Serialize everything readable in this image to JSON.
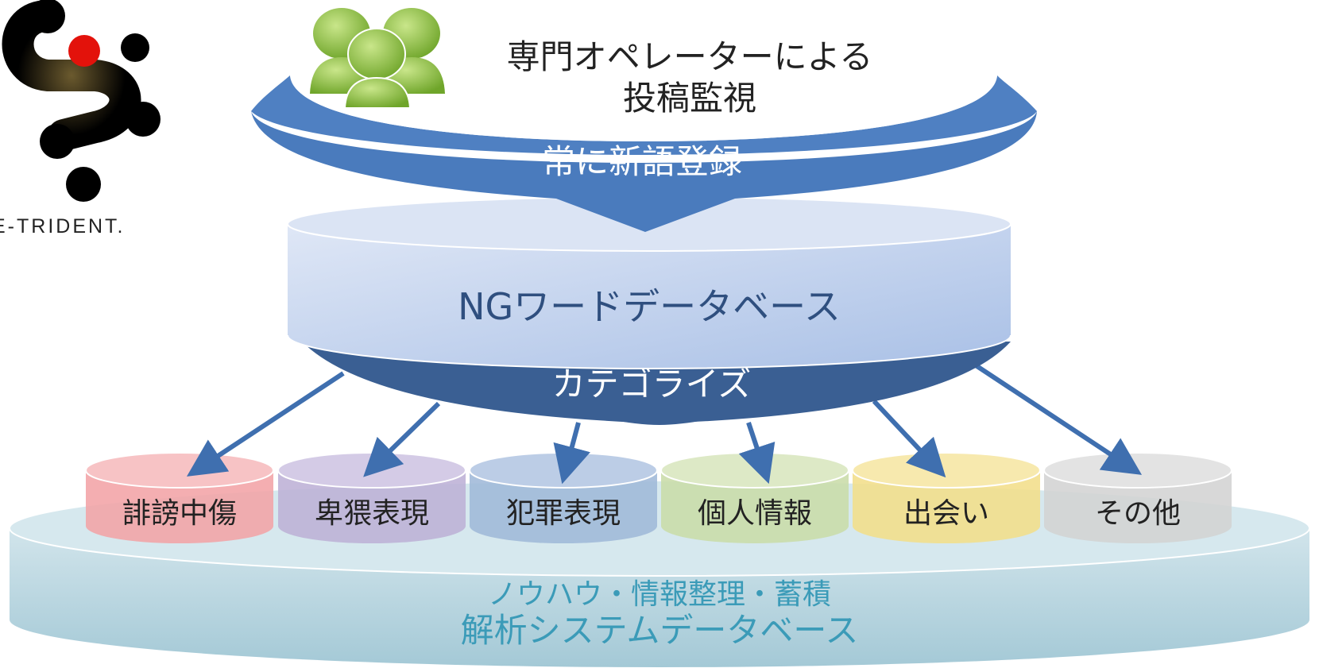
{
  "logo": {
    "text": "E-TRIDENT."
  },
  "top": {
    "title_line1": "専門オペレーターによる",
    "title_line2": "投稿監視",
    "bowl_label": "常に新語登録"
  },
  "ng_db": {
    "label": "NGワードデータベース",
    "funnel_label": "カテゴライズ"
  },
  "categories": [
    {
      "label": "誹謗中傷",
      "color": "#f3a3a6"
    },
    {
      "label": "卑猥表現",
      "color": "#bdb1d6"
    },
    {
      "label": "犯罪表現",
      "color": "#9fb8d8"
    },
    {
      "label": "個人情報",
      "color": "#c9dca8"
    },
    {
      "label": "出会い",
      "color": "#f2de8a"
    },
    {
      "label": "その他",
      "color": "#d3d3d3"
    }
  ],
  "base": {
    "line1": "ノウハウ・情報整理・蓄積",
    "line2": "解析システムデータベース"
  },
  "colors": {
    "accent": "#3f6faf",
    "dark_blue": "#3a5f93",
    "db_fill": "#c9d7ef",
    "base_fill": "#b9d5df",
    "base_text": "#3b9bb8",
    "people_green": "#8fc23f"
  }
}
